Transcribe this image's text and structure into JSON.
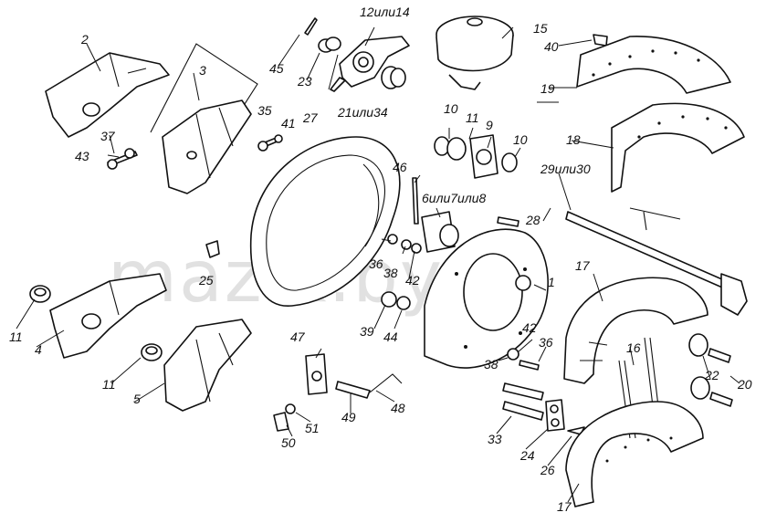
{
  "watermark": "mazik.by",
  "labels": {
    "l2": "2",
    "l3": "3",
    "l4": "4",
    "l5": "5",
    "l9": "9",
    "l10a": "10",
    "l10b": "10",
    "l11a": "11",
    "l11b": "11",
    "l11c": "11",
    "l12": "12или14",
    "l15": "15",
    "l16": "16",
    "l17a": "17",
    "l17b": "17",
    "l18": "18",
    "l19": "19",
    "l20": "20",
    "l21": "21или34",
    "l22": "22",
    "l23": "23",
    "l24": "24",
    "l25": "25",
    "l26": "26",
    "l27": "27",
    "l28": "28",
    "l29": "29или30",
    "l33": "33",
    "l35": "35",
    "l36a": "36",
    "l36b": "36",
    "l37": "37",
    "l38a": "38",
    "l38b": "38",
    "l39": "39",
    "l40": "40",
    "l41": "41",
    "l42a": "42",
    "l42b": "42",
    "l43": "43",
    "l44": "44",
    "l45": "45",
    "l46": "46",
    "l47": "47",
    "l48": "48",
    "l49": "49",
    "l50": "50",
    "l51": "51",
    "l6": "6или7или8",
    "l1": "1"
  }
}
